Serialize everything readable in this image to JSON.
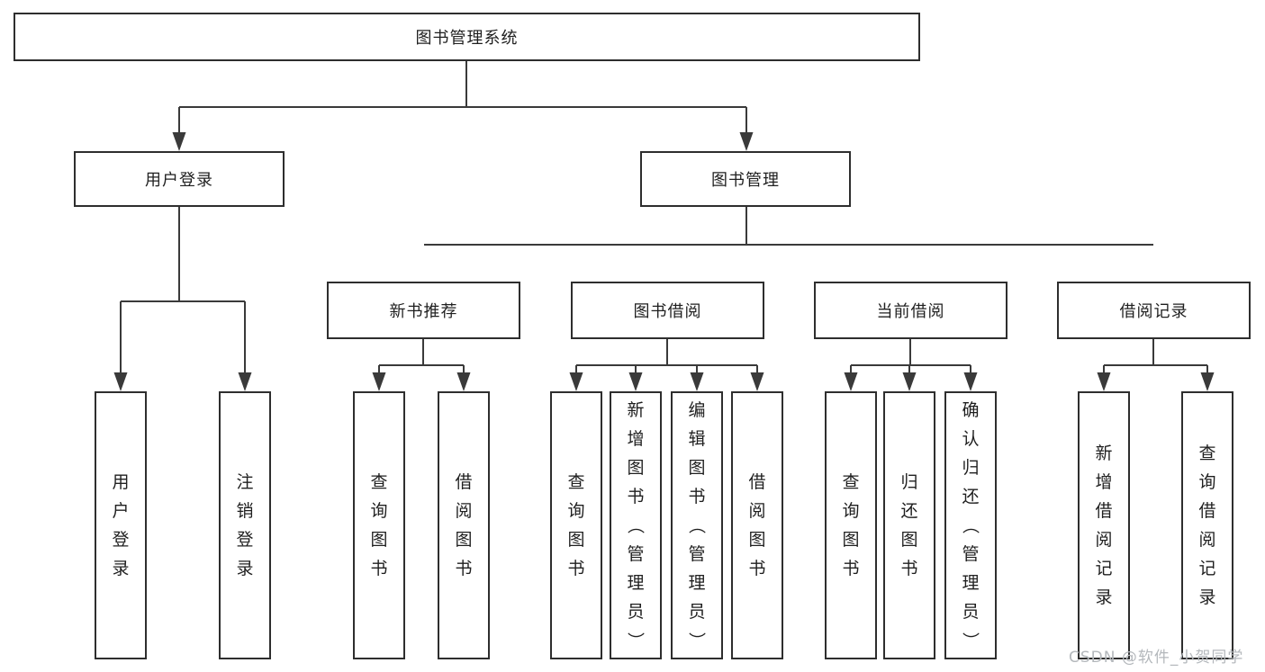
{
  "diagram_title": "图书管理系统",
  "tree": {
    "root": {
      "label": "图书管理系统"
    },
    "branches": [
      {
        "label": "用户登录",
        "children": [
          {
            "label": "用户登录"
          },
          {
            "label": "注销登录"
          }
        ]
      },
      {
        "label": "图书管理",
        "children": [
          {
            "label": "新书推荐",
            "children": [
              {
                "label": "查询图书"
              },
              {
                "label": "借阅图书"
              }
            ]
          },
          {
            "label": "图书借阅",
            "children": [
              {
                "label": "查询图书"
              },
              {
                "label": "新增图书（管理员）"
              },
              {
                "label": "编辑图书（管理员）"
              },
              {
                "label": "借阅图书"
              }
            ]
          },
          {
            "label": "当前借阅",
            "children": [
              {
                "label": "查询图书"
              },
              {
                "label": "归还图书"
              },
              {
                "label": "确认归还（管理员）"
              }
            ]
          },
          {
            "label": "借阅记录",
            "children": [
              {
                "label": "新增借阅记录"
              },
              {
                "label": "查询借阅记录"
              }
            ]
          }
        ]
      }
    ]
  },
  "watermark": {
    "text": "CSDN @软件_小贺同学"
  },
  "colors": {
    "line": "#3a3a3a",
    "border": "#2e2e2e",
    "fill": "#ffffff",
    "text": "#1f1f1f",
    "watermark": "#b4b8bc"
  }
}
